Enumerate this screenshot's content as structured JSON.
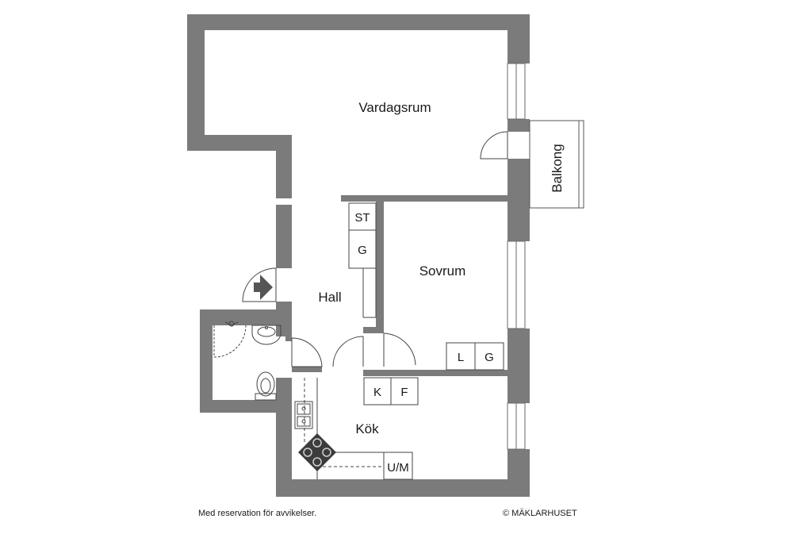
{
  "floorplan": {
    "rooms": {
      "living": "Vardagsrum",
      "balcony": "Balkong",
      "bedroom": "Sovrum",
      "hall": "Hall",
      "kitchen": "Kök"
    },
    "fixtures": {
      "hall_closet_top": "ST",
      "hall_closet_bottom": "G",
      "bedroom_wardrobe_left": "L",
      "bedroom_wardrobe_right": "G",
      "kitchen_cabinet_left": "K",
      "kitchen_cabinet_right": "F",
      "laundry": "U/M"
    },
    "icons": [
      "entrance-arrow-icon",
      "shower-icon",
      "washbasin-icon",
      "toilet-icon",
      "sink-icon",
      "stove-icon"
    ],
    "colors": {
      "wall": "#7b7b7b",
      "wall_outline": "#5e5e5e",
      "stove": "#3c3c3c"
    }
  },
  "footer": {
    "disclaimer": "Med reservation för avvikelser.",
    "copyright": "© MÄKLARHUSET"
  }
}
